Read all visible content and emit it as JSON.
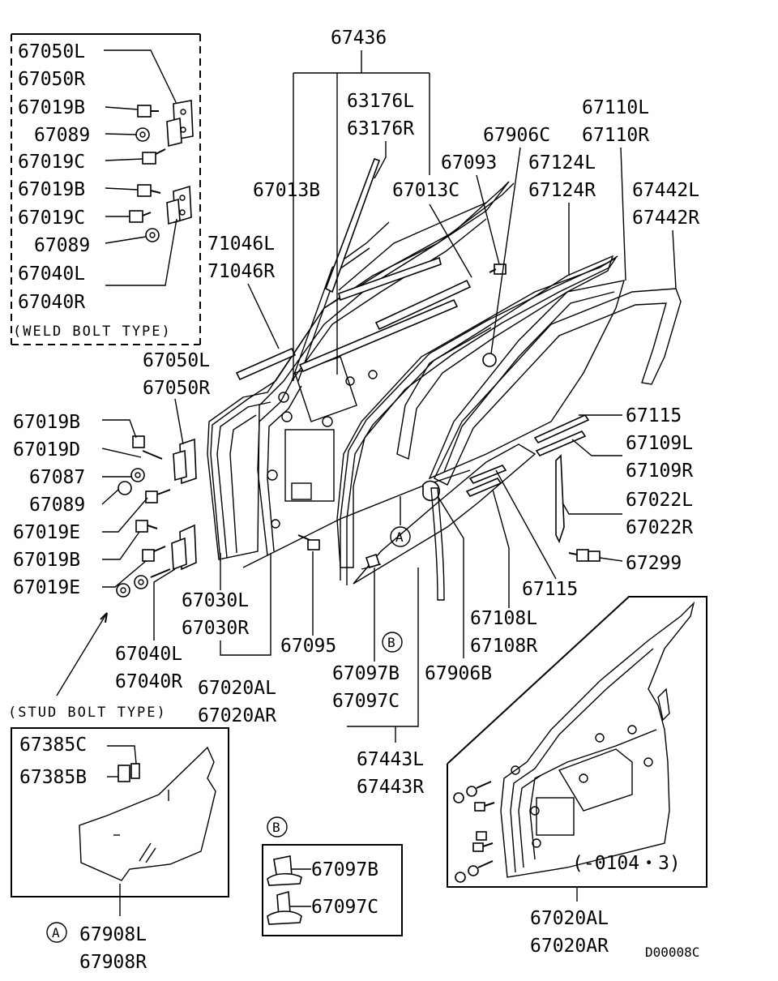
{
  "weld_box": {
    "labels": [
      "67050L",
      "67050R",
      "67019B",
      "67089",
      "67019C",
      "67019B",
      "67019C",
      "67089",
      "67040L",
      "67040R"
    ],
    "caption": "(WELD BOLT TYPE)"
  },
  "stud": {
    "labels": [
      "67050L",
      "67050R",
      "67019B",
      "67019D",
      "67087",
      "67089",
      "67019E",
      "67019B",
      "67019E",
      "67040L",
      "67040R"
    ],
    "caption": "(STUD BOLT TYPE)"
  },
  "main": {
    "p67436": "67436",
    "p63176L": "63176L",
    "p63176R": "63176R",
    "p67013B": "67013B",
    "p67013C": "67013C",
    "p67093": "67093",
    "p67906C": "67906C",
    "p67110L": "67110L",
    "p67110R": "67110R",
    "p67124L": "67124L",
    "p67124R": "67124R",
    "p67442L": "67442L",
    "p67442R": "67442R",
    "p71046L": "71046L",
    "p71046R": "71046R",
    "p67115a": "67115",
    "p67109L": "67109L",
    "p67109R": "67109R",
    "p67022L": "67022L",
    "p67022R": "67022R",
    "p67299": "67299",
    "p67115b": "67115",
    "p67108L": "67108L",
    "p67108R": "67108R",
    "p67906B": "67906B",
    "p67030L": "67030L",
    "p67030R": "67030R",
    "p67095": "67095",
    "p67020AL": "67020AL",
    "p67020AR": "67020AR",
    "p67097B": "67097B",
    "p67097C": "67097C",
    "p67443L": "67443L",
    "p67443R": "67443R",
    "markerA": "A",
    "markerB": "B"
  },
  "detailA": {
    "p67385C": "67385C",
    "p67385B": "67385B",
    "marker": "A",
    "p67908L": "67908L",
    "p67908R": "67908R"
  },
  "detailB": {
    "marker": "B",
    "p67097B": "67097B",
    "p67097C": "67097C"
  },
  "inset": {
    "range": "(-0104・3)",
    "p67020AL": "67020AL",
    "p67020AR": "67020AR"
  },
  "drawing_code": "D00008C"
}
